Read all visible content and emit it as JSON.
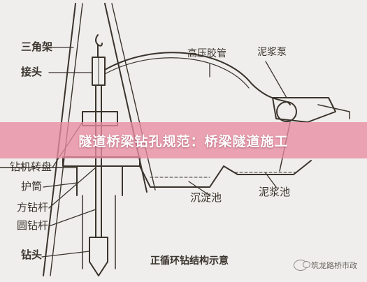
{
  "banner": {
    "title": "隧道桥梁钻孔规范：桥梁隧道施工"
  },
  "labels": {
    "tripod": "三角架",
    "joint": "接头",
    "high_pressure_hose": "高压胶管",
    "mud_pump": "泥浆泵",
    "drill_turntable": "钻机转盘",
    "casing": "护筒",
    "square_drill_rod": "方钻杆",
    "round_drill_rod": "圆钻杆",
    "drill_bit": "钻头",
    "settling_tank": "沉淀池",
    "mud_tank": "泥浆池",
    "caption": "正循环钻结构示意"
  },
  "watermark": {
    "text": "筑龙路桥市政"
  }
}
